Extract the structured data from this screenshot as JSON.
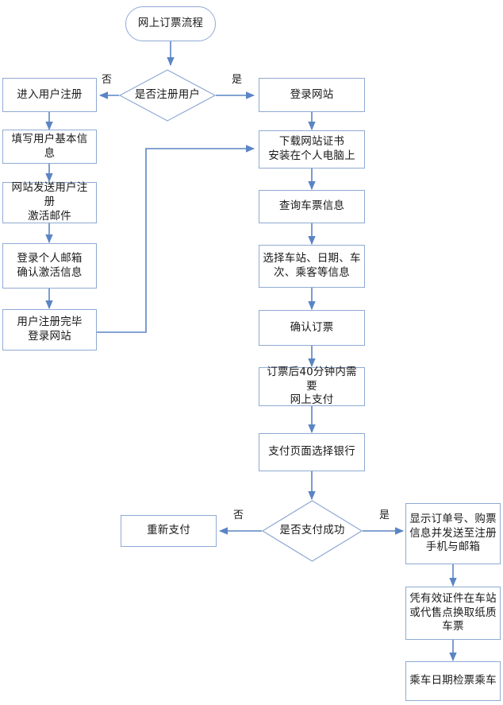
{
  "diagram": {
    "title": "网上订票流程",
    "type": "flowchart",
    "colors": {
      "node_border": "#8faad4",
      "connector": "#5b84c4",
      "text": "#1a1a1a",
      "background": "#ffffff"
    },
    "nodes": [
      {
        "id": "start",
        "shape": "terminator",
        "label": "网上订票流程"
      },
      {
        "id": "d_register",
        "shape": "decision",
        "label": "是否注册用户"
      },
      {
        "id": "enter_reg",
        "shape": "process",
        "label": "进入用户注册"
      },
      {
        "id": "fill_info",
        "shape": "process",
        "label": "填写用户基本信息"
      },
      {
        "id": "send_mail",
        "shape": "process",
        "label": "网站发送用户注册\n激活邮件"
      },
      {
        "id": "login_mail",
        "shape": "process",
        "label": "登录个人邮箱\n确认激活信息"
      },
      {
        "id": "reg_done",
        "shape": "process",
        "label": "用户注册完毕\n登录网站"
      },
      {
        "id": "login_site",
        "shape": "process",
        "label": "登录网站"
      },
      {
        "id": "download_cert",
        "shape": "process",
        "label": "下载网站证书\n安装在个人电脑上"
      },
      {
        "id": "query_ticket",
        "shape": "process",
        "label": "查询车票信息"
      },
      {
        "id": "select_info",
        "shape": "process",
        "label": "选择车站、日期、车\n次、乘客等信息"
      },
      {
        "id": "confirm_order",
        "shape": "process",
        "label": "确认订票"
      },
      {
        "id": "pay_within_40",
        "shape": "process",
        "label": "订票后40分钟内需要\n网上支付"
      },
      {
        "id": "select_bank",
        "shape": "process",
        "label": "支付页面选择银行"
      },
      {
        "id": "d_pay_ok",
        "shape": "decision",
        "label": "是否支付成功"
      },
      {
        "id": "repay",
        "shape": "process",
        "label": "重新支付"
      },
      {
        "id": "show_order",
        "shape": "process",
        "label": "显示订单号、购票\n信息并发送至注册\n手机与邮箱"
      },
      {
        "id": "exchange",
        "shape": "process",
        "label": "凭有效证件在车站\n或代售点换取纸质\n车票"
      },
      {
        "id": "board",
        "shape": "process",
        "label": "乘车日期检票乘车"
      }
    ],
    "edge_labels": {
      "register_no": "否",
      "register_yes": "是",
      "pay_no": "否",
      "pay_yes": "是"
    }
  }
}
